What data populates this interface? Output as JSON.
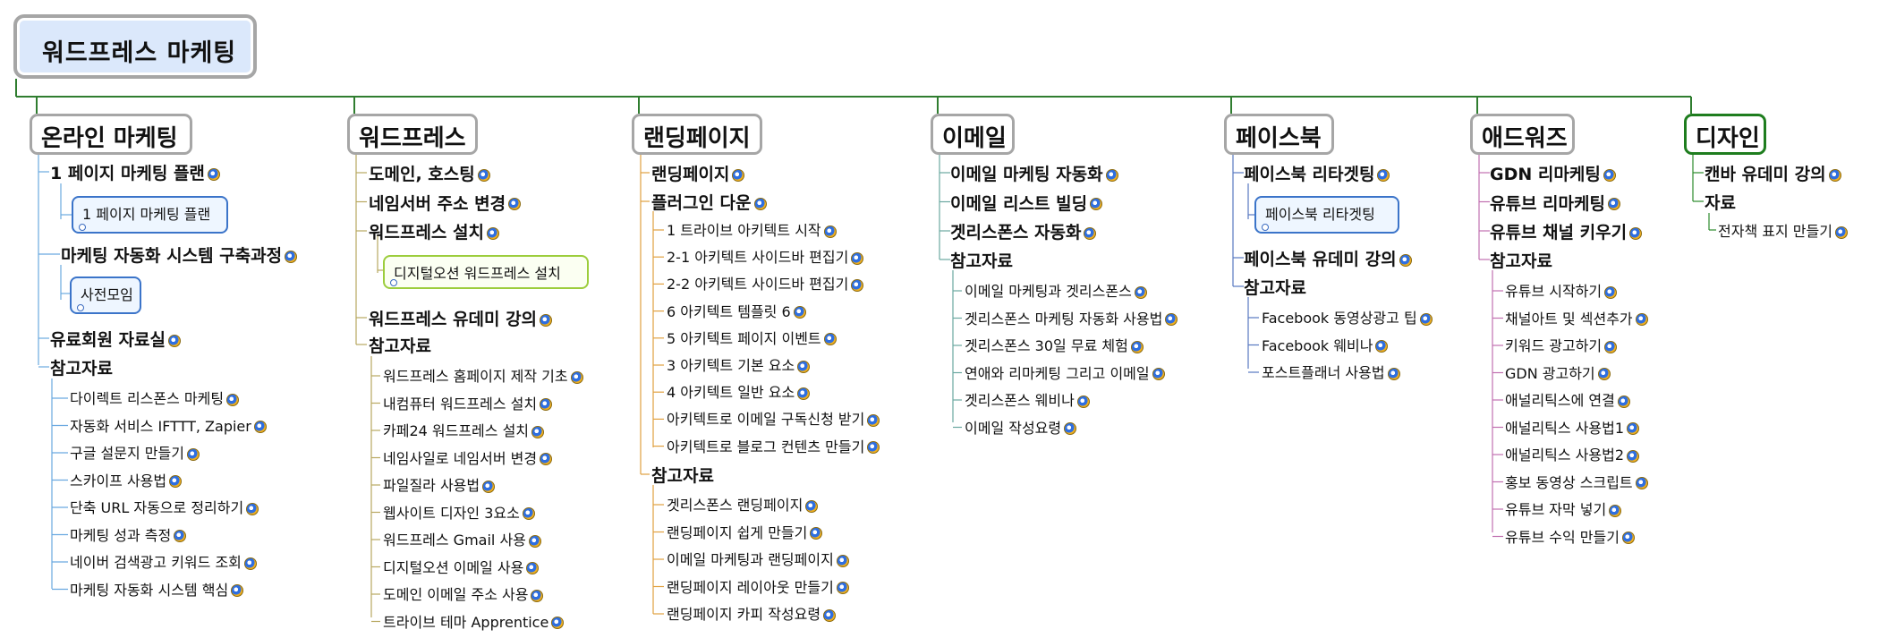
{
  "root": {
    "label": "워드프레스 마케팅"
  },
  "colors": {
    "trunk": "#2f7d2f",
    "online": "#6aa9e0",
    "wp": "#b8a860",
    "landing": "#e0a040",
    "email": "#6aa8a0",
    "facebook": "#5878c0",
    "adwords": "#c070b0",
    "design": "#2a8a2a"
  },
  "icon": "link-icon",
  "branches": [
    {
      "label": "온라인 마케팅",
      "items": [
        "1 페이지 마케팅 플랜",
        "마케팅 자동화 시스템 구축과정",
        "유료회원 자료실",
        "참고자료"
      ],
      "notes": [
        "1 페이지 마케팅 플랜",
        "사전모임"
      ],
      "refs": [
        "다이렉트 리스폰스 마케팅",
        "자동화 서비스 IFTTT, Zapier",
        "구글 설문지 만들기",
        "스카이프 사용법",
        "단축 URL 자동으로 정리하기",
        "마케팅 성과 측정",
        "네이버 검색광고 키워드 조회",
        "마케팅 자동화 시스템 핵심"
      ]
    },
    {
      "label": "워드프레스",
      "items": [
        "도메인, 호스팅",
        "네임서버 주소 변경",
        "워드프레스 설치",
        "워드프레스 유데미 강의",
        "참고자료"
      ],
      "notes": [
        "디지털오션 워드프레스 설치"
      ],
      "refs": [
        "워드프레스 홈페이지 제작 기초",
        "내컴퓨터 워드프레스 설치",
        "카페24 워드프레스 설치",
        "네임사일로 네임서버 변경",
        "파일질라 사용법",
        "웹사이트 디자인 3요소",
        "워드프레스 Gmail 사용",
        "디지털오션 이메일 사용",
        "도메인 이메일 주소 사용",
        "트라이브 테마 Apprentice"
      ]
    },
    {
      "label": "랜딩페이지",
      "items": [
        "랜딩페이지",
        "플러그인 다운",
        "참고자료"
      ],
      "subs": [
        "1 트라이브 아키텍트 시작",
        "2-1 아키텍트 사이드바 편집기",
        "2-2 아키텍트 사이드바 편집기",
        "6 아키텍트 템플릿 6",
        "5 아키텍트 페이지 이벤트",
        "3 아키텍트 기본 요소",
        "4 아키텍트 일반 요소",
        "아키텍트로 이메일 구독신청 받기",
        "아키텍트로 블로그 컨텐츠 만들기"
      ],
      "refs": [
        "겟리스폰스 랜딩페이지",
        "랜딩페이지 쉽게 만들기",
        "이메일 마케팅과 랜딩페이지",
        "랜딩페이지 레이아웃 만들기",
        "랜딩페이지 카피 작성요령"
      ]
    },
    {
      "label": "이메일",
      "items": [
        "이메일 마케팅 자동화",
        "이메일 리스트 빌딩",
        "겟리스폰스 자동화",
        "참고자료"
      ],
      "refs": [
        "이메일 마케팅과 겟리스폰스",
        "겟리스폰스 마케팅 자동화 사용법",
        "겟리스폰스 30일 무료 체험",
        "연애와 리마케팅 그리고 이메일",
        "겟리스폰스 웨비나",
        "이메일 작성요령"
      ]
    },
    {
      "label": "페이스북",
      "items": [
        "페이스북 리타겟팅",
        "페이스북 유데미 강의",
        "참고자료"
      ],
      "notes": [
        "페이스북 리타겟팅"
      ],
      "refs": [
        "Facebook 동영상광고 팁",
        "Facebook 웨비나",
        "포스트플래너 사용법"
      ]
    },
    {
      "label": "애드워즈",
      "items": [
        "GDN 리마케팅",
        "유튜브 리마케팅",
        "유튜브 채널 키우기",
        "참고자료"
      ],
      "refs": [
        "유튜브 시작하기",
        "채널아트 및 섹션추가",
        "키워드 광고하기",
        "GDN 광고하기",
        "애널리틱스에 연결",
        "애널리틱스 사용법1",
        "애널리틱스 사용법2",
        "홍보 동영상 스크립트",
        "유튜브 자막 넣기",
        "유튜브 수익 만들기"
      ]
    },
    {
      "label": "디자인",
      "items": [
        "캔바 유데미 강의",
        "자료"
      ],
      "refs": [
        "전자책 표지 만들기"
      ]
    }
  ]
}
